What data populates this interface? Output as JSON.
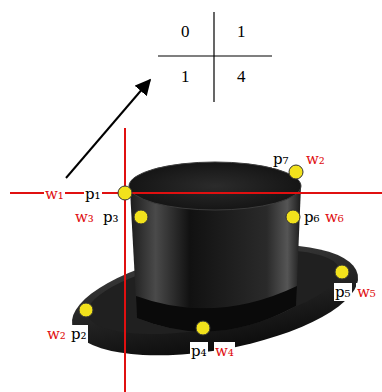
{
  "diagram": {
    "labels": [
      "0",
      "1",
      "1",
      "4",
      "w₁",
      "p₁",
      "p₇",
      "w₂",
      "w₃",
      "p₃",
      "p₆",
      "w₆",
      "p₅",
      "w₅",
      "w₂",
      "p₂",
      "p₄",
      "w₄"
    ]
  }
}
